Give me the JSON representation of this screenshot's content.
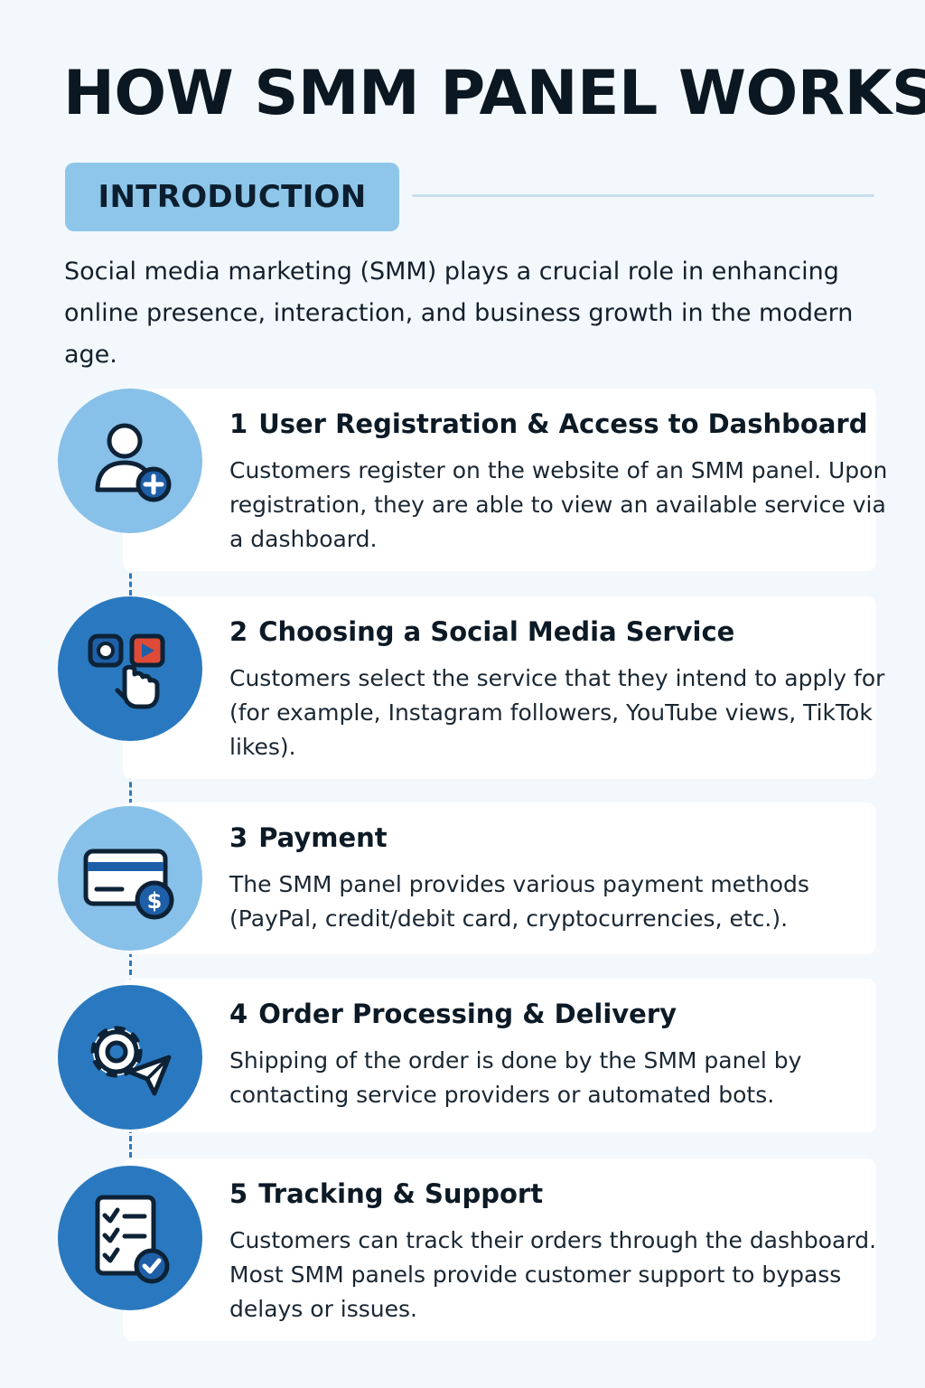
{
  "title": "HOW SMM PANEL WORKS",
  "intro": {
    "badge": "INTRODUCTION",
    "text": "Social media marketing (SMM) plays a crucial role in enhancing online presence, interaction, and business growth in the modern age."
  },
  "steps": [
    {
      "number": "1",
      "title": "User Registration & Access to Dashboard",
      "description": "Customers register on the website of an SMM panel. Upon registration, they are able to view an available service via a dashboard.",
      "icon": "user-add-icon"
    },
    {
      "number": "2",
      "title": "Choosing a Social Media Service",
      "description": "Customers select the service that they intend to apply for (for example, Instagram followers, YouTube views, TikTok likes).",
      "icon": "social-select-icon"
    },
    {
      "number": "3",
      "title": "Payment",
      "description": "The SMM panel provides various payment methods (PayPal, credit/debit card, cryptocurrencies, etc.).",
      "icon": "credit-card-icon"
    },
    {
      "number": "4",
      "title": "Order Processing & Delivery",
      "description": "Shipping of the order is done by the SMM panel by contacting service providers or automated bots.",
      "icon": "gear-send-icon"
    },
    {
      "number": "5",
      "title": "Tracking & Support",
      "description": "Customers can track their orders through the dashboard. Most SMM panels provide customer support to bypass delays or issues.",
      "icon": "checklist-icon"
    }
  ],
  "colors": {
    "background": "#f3f8fc",
    "badge": "#8ec6ea",
    "circle_light": "#87c0e8",
    "circle_dark": "#2a79c0",
    "icon_navy": "#0d2236",
    "icon_blue": "#1f5fa8",
    "accent_red": "#e04b38"
  }
}
